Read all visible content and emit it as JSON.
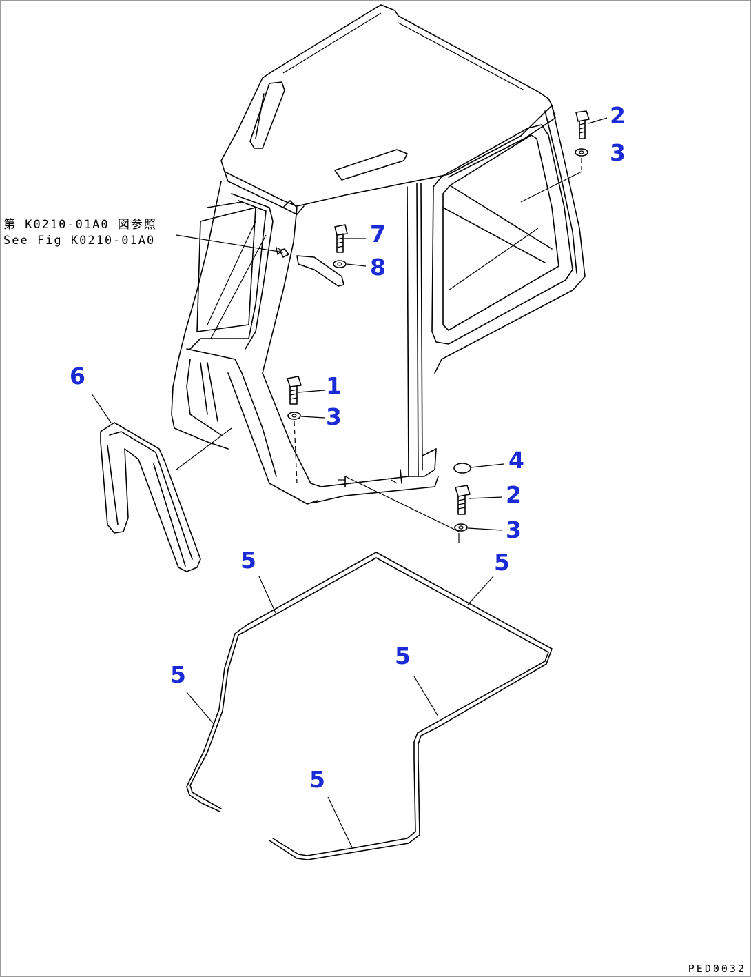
{
  "reference_note": {
    "line_jp": "第 K0210-01A0 図参照",
    "line_en": "See Fig K0210-01A0"
  },
  "callouts": {
    "c1": "1",
    "c2a": "2",
    "c2b": "2",
    "c3a": "3",
    "c3b": "3",
    "c3c": "3",
    "c4": "4",
    "c5a": "5",
    "c5b": "5",
    "c5c": "5",
    "c5d": "5",
    "c5e": "5",
    "c6": "6",
    "c7": "7",
    "c8": "8"
  },
  "drawing_code": "PED0032",
  "colors": {
    "callout": "#1a2bd6",
    "line": "#000000"
  }
}
